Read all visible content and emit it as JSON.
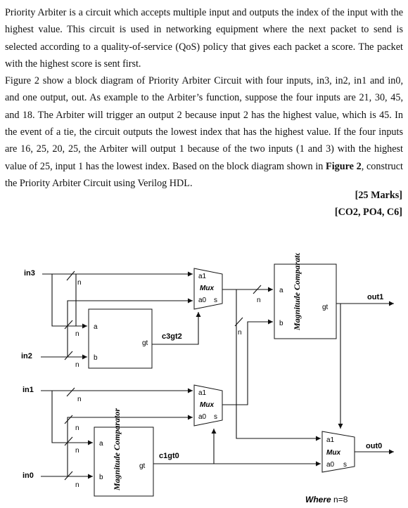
{
  "question": {
    "paragraph1": "Priority Arbiter is a circuit which accepts multiple input and outputs the index of the input with the highest value. This circuit is used in networking equipment where the next packet to send is selected according to a quality-of-service (QoS) policy that gives each packet a score. The packet with the highest score is sent first.",
    "paragraph2_pre": "Figure 2 show a block diagram of Priority Arbiter Circuit with four inputs, in3, in2, in1 and in0, and one output, out. As example to the Arbiter’s function, suppose the four inputs are 21, 30, 45, and 18. The Arbiter will trigger an output 2 because input 2 has the highest value, which is 45. In the event of a tie, the circuit outputs the lowest index that has the highest value. If the four inputs are 16, 25, 20, 25, the Arbiter will output 1 because of the two inputs (1 and 3) with the highest value of 25, input 1 has the lowest index. Based on the block diagram shown in ",
    "paragraph2_bold": "Figure 2",
    "paragraph2_post": ", construct the Priority Arbiter Circuit using Verilog HDL.",
    "marks": "[25 Marks]",
    "outcomes": "[CO2, PO4, C6]"
  },
  "diagram": {
    "inputs": {
      "in3": "in3",
      "in2": "in2",
      "in1": "in1",
      "in0": "in0"
    },
    "outputs": {
      "out1": "out1",
      "out0": "out0"
    },
    "signals": {
      "c3gt2": "c3gt2",
      "c1gt0": "c1gt0"
    },
    "bus_label": "n",
    "mux": {
      "title": "Mux",
      "a1": "a1",
      "a0": "a0",
      "s": "s"
    },
    "comparator": {
      "title": "Magnitude Comparator",
      "a": "a",
      "b": "b",
      "gt": "gt"
    },
    "footnote_bold": "Where",
    "footnote_rest": " n=8"
  }
}
